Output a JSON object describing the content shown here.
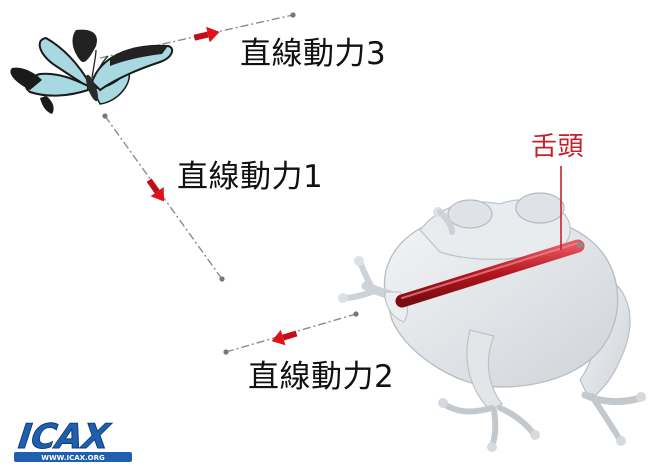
{
  "labels": {
    "motion_1": "直線動力1",
    "motion_2": "直線動力2",
    "motion_3": "直線動力3",
    "tongue": "舌頭"
  },
  "logo": {
    "wordmark": "ICAX",
    "url_text": "WWW.ICAX.ORG"
  },
  "icons": {
    "butterfly": "butterfly-model",
    "frog": "frog-model",
    "motion_arrow": "red-direction-arrow"
  },
  "colors": {
    "background": "#ffffff",
    "path_line": "#8a8a8a",
    "arrow": "#e0121c",
    "tongue": "#c8202a",
    "frog_body": "#e4e7ea",
    "butterfly_wing": "#a8d8e0",
    "logo_blue": "#1f5fb0"
  }
}
